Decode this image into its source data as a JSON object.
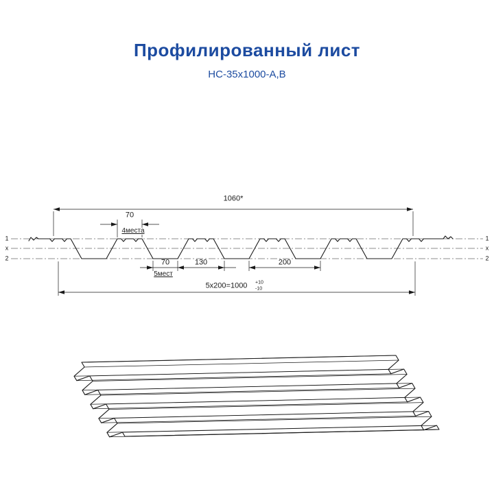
{
  "title": "Профилированный лист",
  "subtitle": "НС-35х1000-А,В",
  "drawing": {
    "dim_overall": "1060*",
    "dim_top_flange": "70",
    "note_top_flange": "4места",
    "dim_bottom_flange": "70",
    "note_bottom_flange": "5мест",
    "dim_rib_base": "130",
    "dim_pitch": "200",
    "dim_working_width": "5x200=1000",
    "tol_plus": "+10",
    "tol_minus": "-10",
    "axis_left": [
      "1",
      "x",
      "2"
    ],
    "axis_right": [
      "1",
      "x",
      "2"
    ]
  },
  "colors": {
    "title_blue": "#1c4ba0",
    "line": "#1a1a1a"
  }
}
